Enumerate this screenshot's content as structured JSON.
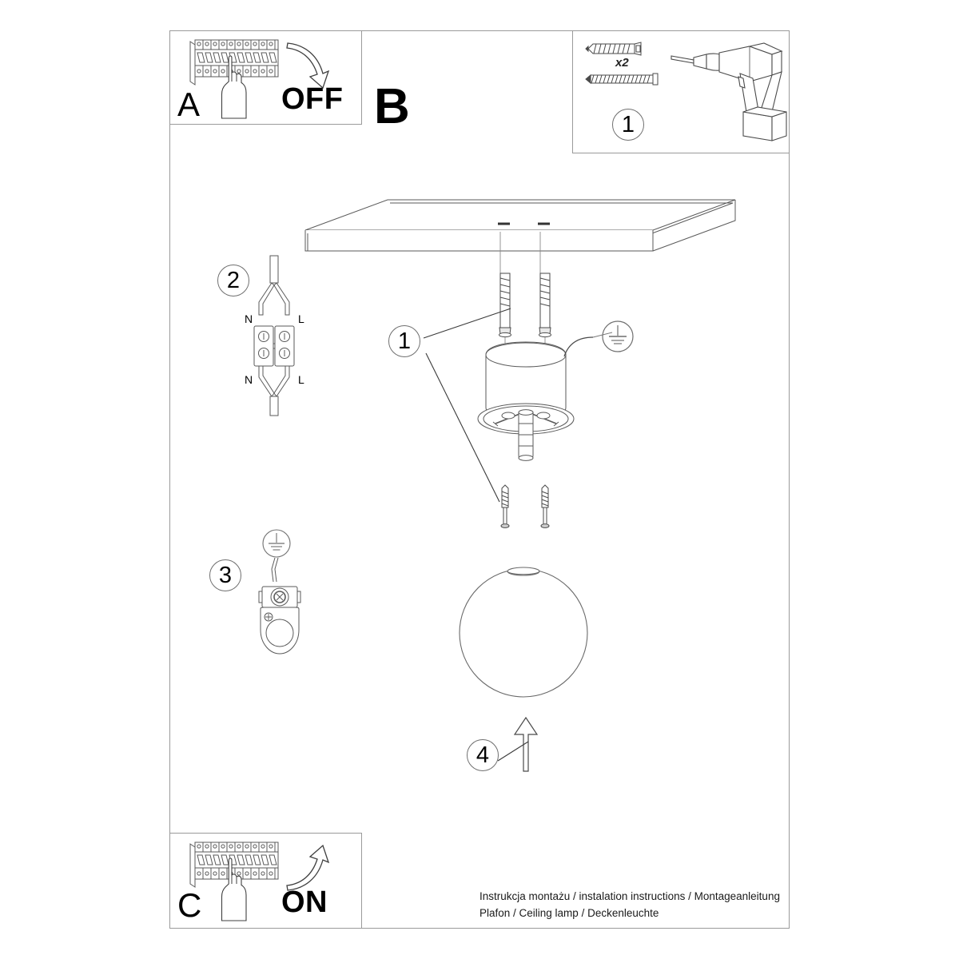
{
  "document": {
    "type": "assembly-instruction-sheet",
    "product": "Plafon / Ceiling lamp / Deckenleuchte",
    "footer_line_1": "Instrukcja montażu / instalation instructions / Montageanleitung",
    "footer_line_2": "Plafon / Ceiling lamp / Deckenleuchte"
  },
  "panels": {
    "a": {
      "letter": "A",
      "action_label": "OFF",
      "description": "Switch the circuit breaker off"
    },
    "b": {
      "letter": "B",
      "description": "Main assembly area"
    },
    "c": {
      "letter": "C",
      "action_label": "ON",
      "description": "Switch the circuit breaker on"
    },
    "tools": {
      "step": "1",
      "quantity_label": "x2",
      "items": [
        "wall-plug",
        "screw",
        "power-drill"
      ]
    }
  },
  "steps": [
    {
      "number": "1",
      "name": "mount-base-to-ceiling"
    },
    {
      "number": "2",
      "name": "connect-terminal-block"
    },
    {
      "number": "3",
      "name": "connect-earth-clamp"
    },
    {
      "number": "4",
      "name": "fit-glass-globe"
    }
  ],
  "labels": {
    "terminal_top_left": "N",
    "terminal_top_right": "L",
    "terminal_bottom_left": "N",
    "terminal_bottom_right": "L"
  },
  "icons": {
    "earth_symbol": "earth-ground-symbol",
    "hand_pointer": "hand-pointing-icon",
    "arrow_down": "curved-arrow-down-icon",
    "arrow_up": "curved-arrow-up-icon",
    "assembly_arrow": "straight-arrow-up-icon"
  },
  "colors": {
    "line": "#4a4a4a",
    "frame": "#9a9a9a",
    "text": "#000000",
    "background": "#ffffff"
  }
}
